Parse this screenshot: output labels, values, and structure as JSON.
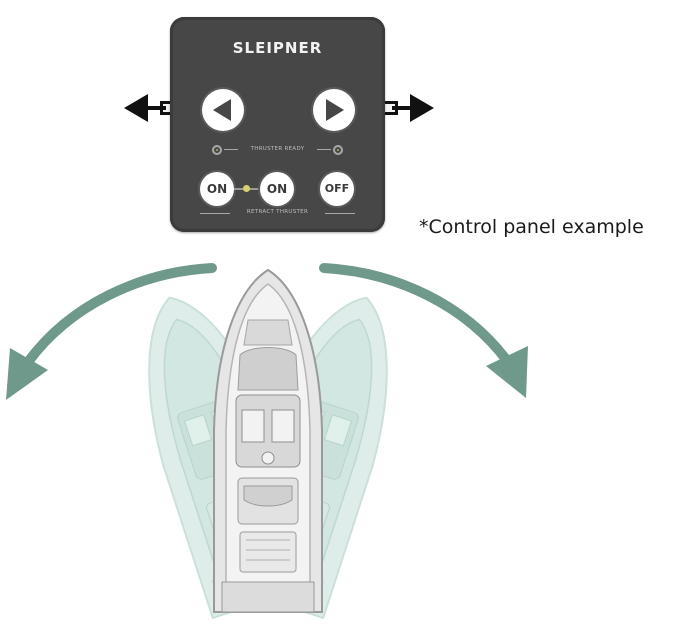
{
  "panel": {
    "brand": "SLEIPNER",
    "indicator_label": "THRUSTER READY",
    "button_on_1": "ON",
    "button_on_2": "ON",
    "button_off": "OFF",
    "retract_label": "RETRACT THRUSTER"
  },
  "caption": "*Control panel example",
  "colors": {
    "panel": "#474747",
    "turn_arrow": "#6f9a8b",
    "ghost_boat": "#cfe5df",
    "boat_hull": "#e8e8e8"
  },
  "icons": {
    "left": "triangle-left-icon",
    "right": "triangle-right-icon",
    "arrows": "direction-arrow-icon",
    "turn": "curved-turn-arrow-icon"
  }
}
